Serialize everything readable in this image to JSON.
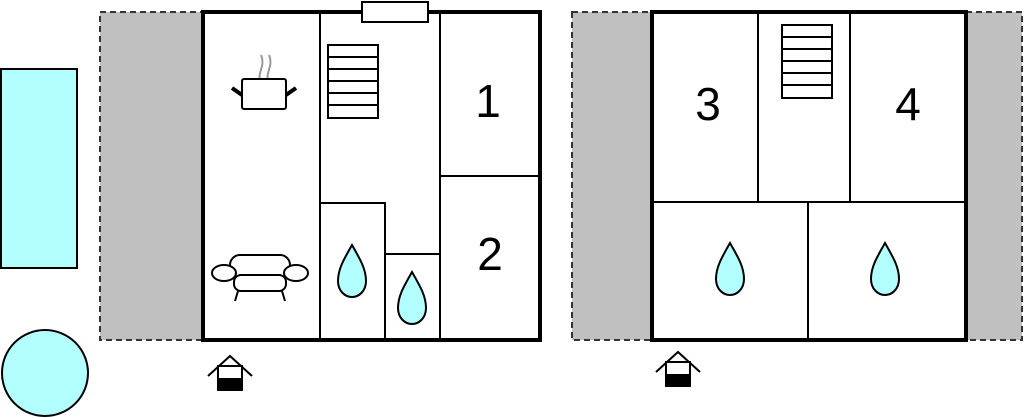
{
  "colors": {
    "water": "#b3ffff",
    "terrace": "#c0c0c0",
    "wall": "#000000",
    "steam": "#999999"
  },
  "floor1": {
    "rooms": [
      {
        "label": "1"
      },
      {
        "label": "2"
      }
    ]
  },
  "floor2": {
    "rooms": [
      {
        "label": "3"
      },
      {
        "label": "4"
      }
    ]
  },
  "icons": [
    "pool-icon",
    "hot-tub-icon",
    "kitchen-icon",
    "sofa-icon",
    "stairs-icon",
    "bathroom-icon",
    "entrance-icon"
  ]
}
